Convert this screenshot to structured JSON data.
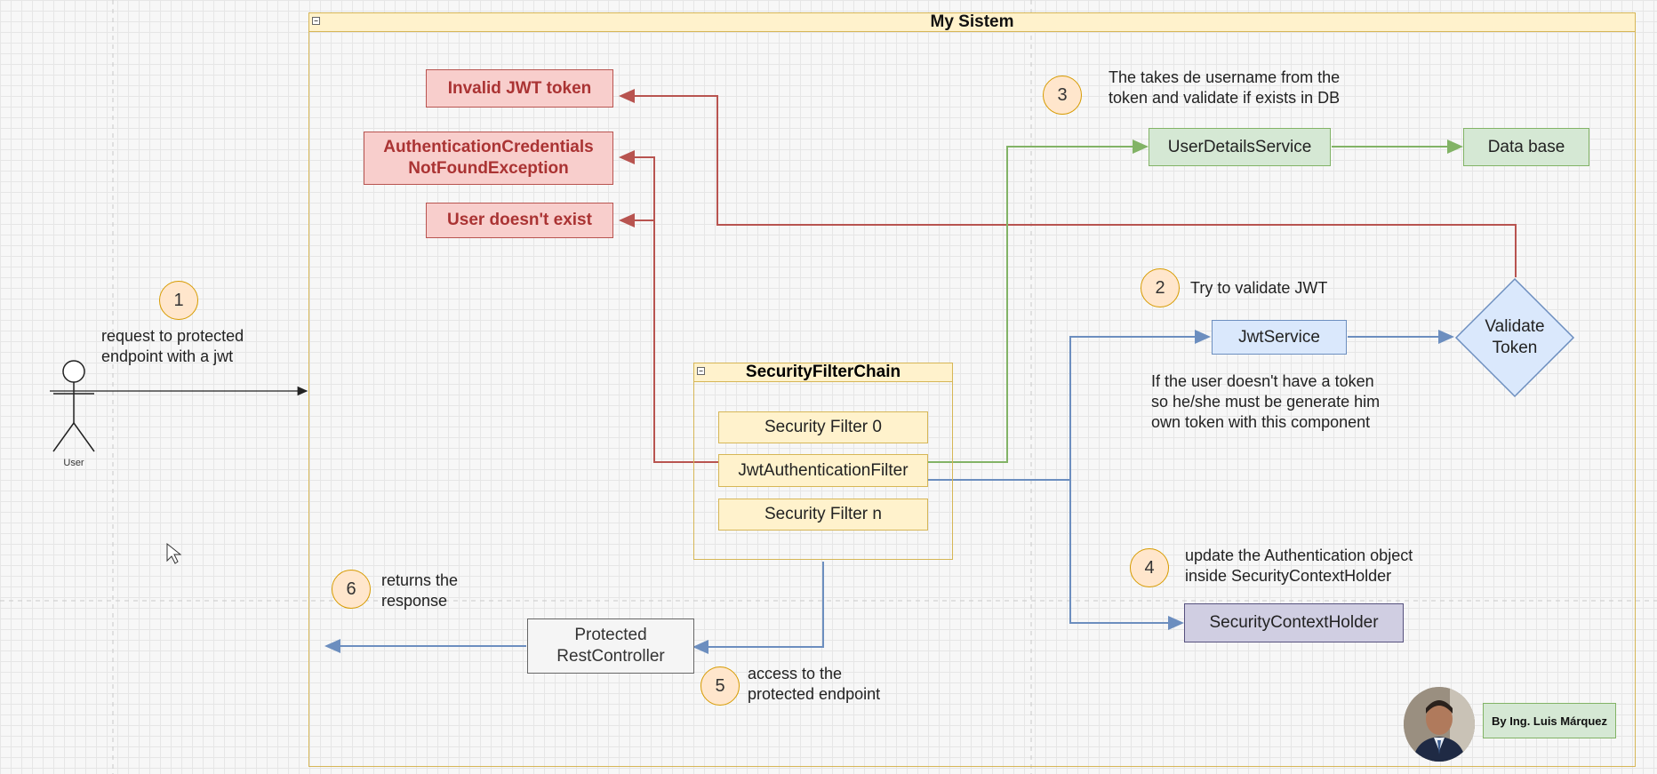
{
  "system": {
    "title": "My Sistem"
  },
  "actor": {
    "label": "User"
  },
  "chain": {
    "title": "SecurityFilterChain",
    "filters": [
      "Security Filter 0",
      "JwtAuthenticationFilter",
      "Security Filter n"
    ]
  },
  "errors": {
    "invalid_jwt": "Invalid JWT token",
    "credentials_line1": "AuthenticationCredentials",
    "credentials_line2": "NotFoundException",
    "user_not_exist": "User doesn't exist"
  },
  "components": {
    "user_details": "UserDetailsService",
    "database": "Data base",
    "jwt_service": "JwtService",
    "validate_line1": "Validate",
    "validate_line2": "Token",
    "context_holder": "SecurityContextHolder",
    "controller_line1": "Protected",
    "controller_line2": "RestController"
  },
  "steps": [
    {
      "num": "1",
      "line1": "request to protected",
      "line2": "endpoint with a jwt"
    },
    {
      "num": "2",
      "line1": "Try to validate JWT"
    },
    {
      "num": "3",
      "line1": "The takes de username from the",
      "line2": "token and validate if exists in DB"
    },
    {
      "num": "4",
      "line1": "update the Authentication object",
      "line2": "inside SecurityContextHolder"
    },
    {
      "num": "5",
      "line1": "access to the",
      "line2": "protected endpoint"
    },
    {
      "num": "6",
      "line1": "returns the",
      "line2": "response"
    }
  ],
  "jwt_note": {
    "line1": "If the user doesn't have a token",
    "line2": "so he/she must be generate him",
    "line3": "own token with this component"
  },
  "author": {
    "label": "By Ing. Luis Márquez"
  },
  "colors": {
    "red_edge": "#b85450",
    "green_edge": "#82b366",
    "blue_edge": "#6c8ebf",
    "grey_edge": "#666666",
    "accent_circle": "#ffe6cc"
  }
}
